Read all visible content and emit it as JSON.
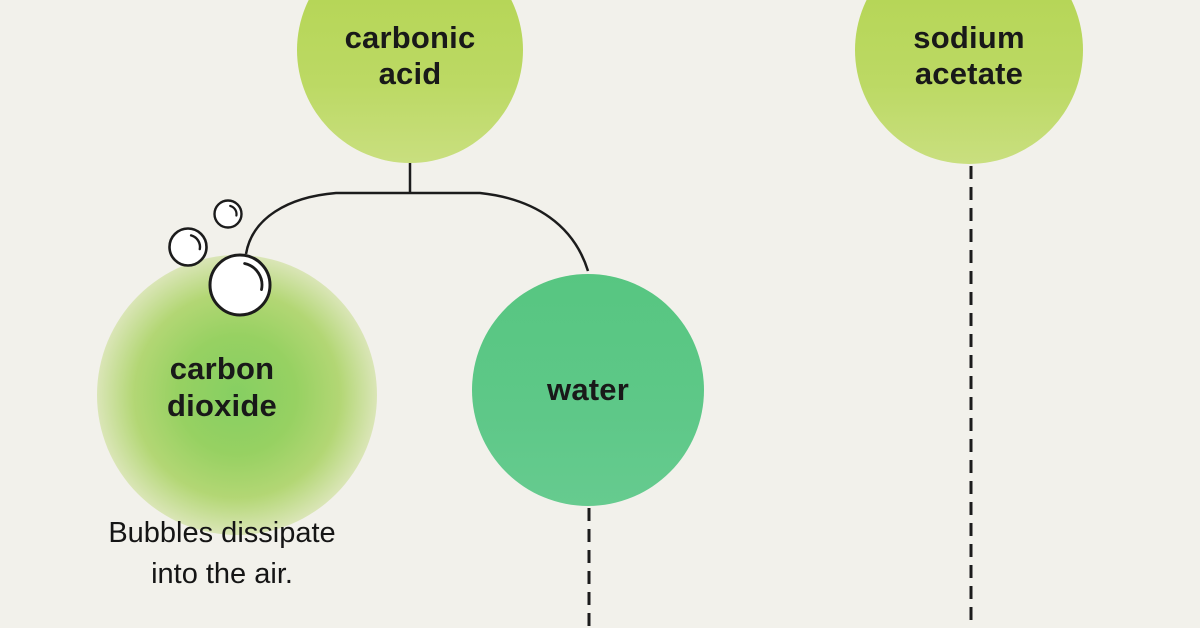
{
  "page": {
    "background_color": "#f2f1eb",
    "line_color": "#1c1c1c",
    "lime_color": "#b8d75b",
    "green_color": "#5ec888",
    "glow_color": "#8bd164",
    "bubble_fill": "#ffffff"
  },
  "nodes": {
    "carbonic_acid": {
      "line1": "carbonic",
      "line2": "acid",
      "shape": "solid-circle",
      "color": "#b8d75b"
    },
    "sodium_acetate": {
      "line1": "sodium",
      "line2": "acetate",
      "shape": "solid-circle",
      "color": "#b8d75b"
    },
    "water": {
      "label": "water",
      "shape": "solid-circle",
      "color": "#5ec888"
    },
    "carbon_dioxide": {
      "line1": "carbon",
      "line2": "dioxide",
      "shape": "gas-glow",
      "color": "#8bd164"
    }
  },
  "edges": [
    {
      "from": "carbonic_acid",
      "to": "carbon_dioxide",
      "style": "solid-curve"
    },
    {
      "from": "carbonic_acid",
      "to": "water",
      "style": "solid-curve"
    },
    {
      "from": "water",
      "to": "bottom",
      "style": "dashed"
    },
    {
      "from": "sodium_acetate",
      "to": "bottom",
      "style": "dashed"
    }
  ],
  "caption": {
    "line1": "Bubbles dissipate",
    "line2": "into the air."
  }
}
